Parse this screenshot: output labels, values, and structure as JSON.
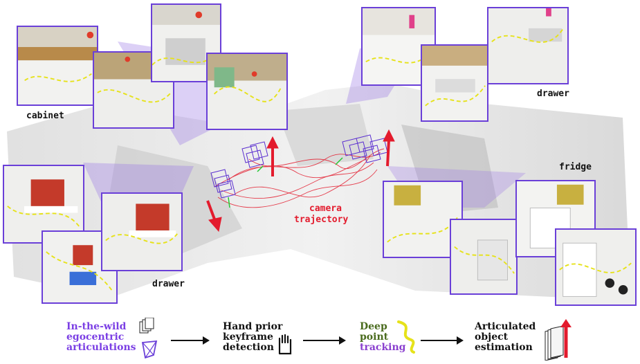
{
  "labels": {
    "cabinet": "cabinet",
    "drawer_top": "drawer",
    "fridge": "fridge",
    "drawer_bottom": "drawer",
    "camera_line1": "camera",
    "camera_line2": "trajectory"
  },
  "pipeline": {
    "step1": [
      "In-the-wild",
      "egocentric",
      "articulations"
    ],
    "step2": [
      "Hand prior",
      "keyframe",
      "detection"
    ],
    "step3": [
      "Deep",
      "point",
      "tracking"
    ],
    "step4": [
      "Articulated",
      "object",
      "estimation"
    ]
  },
  "colors": {
    "frame_border": "#6a3fd8",
    "trajectory": "#e31b2d",
    "track": "#e6e21a",
    "purple_text": "#7b3fe4",
    "green_text": "#4a6b1e"
  },
  "icons": [
    "frames-icon",
    "camera-pyramid-icon",
    "hand-icon",
    "squiggle-icon",
    "articulation-icon"
  ]
}
